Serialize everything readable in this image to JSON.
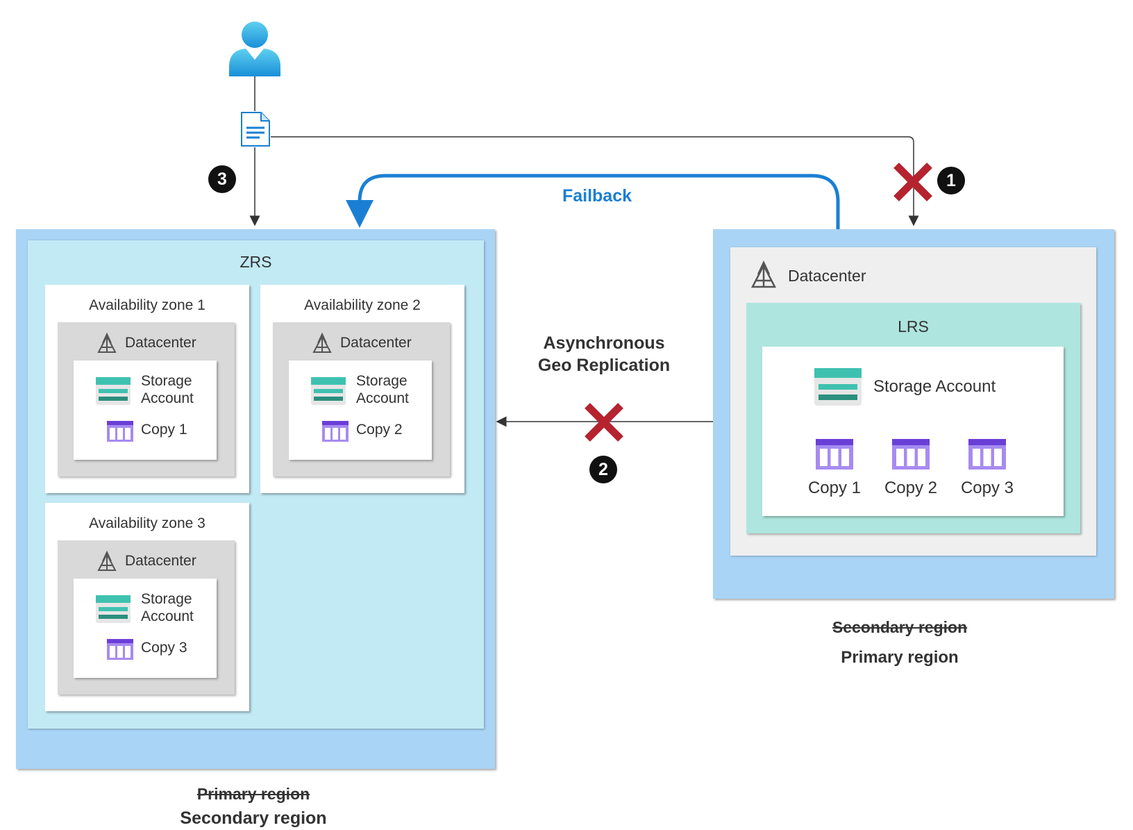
{
  "zrs": {
    "title": "ZRS",
    "zones": [
      {
        "label": "Availability zone 1",
        "datacenter": "Datacenter",
        "storage": [
          "Storage",
          "Account"
        ],
        "copy": "Copy 1"
      },
      {
        "label": "Availability zone 2",
        "datacenter": "Datacenter",
        "storage": [
          "Storage",
          "Account"
        ],
        "copy": "Copy 2"
      },
      {
        "label": "Availability zone 3",
        "datacenter": "Datacenter",
        "storage": [
          "Storage",
          "Account"
        ],
        "copy": "Copy 3"
      }
    ],
    "region_old": "Primary region",
    "region_new": "Secondary region"
  },
  "lrs": {
    "datacenter": "Datacenter",
    "title": "LRS",
    "storage": "Storage Account",
    "copies": [
      "Copy 1",
      "Copy 2",
      "Copy 3"
    ],
    "region_old": "Secondary region",
    "region_new": "Primary region"
  },
  "arrows": {
    "failback": "Failback",
    "replication": [
      "Asynchronous",
      "Geo Replication"
    ]
  },
  "badges": [
    "1",
    "2",
    "3"
  ],
  "colors": {
    "region": "#a9d4f5",
    "zrs": "#c2eaf5",
    "lrs": "#aee5de",
    "failback": "#1a7fd4",
    "cross": "#b5232f"
  },
  "icons": [
    "user-icon",
    "document-icon",
    "datacenter-icon",
    "storage-account-icon",
    "table-copy-icon",
    "x-mark-icon"
  ]
}
